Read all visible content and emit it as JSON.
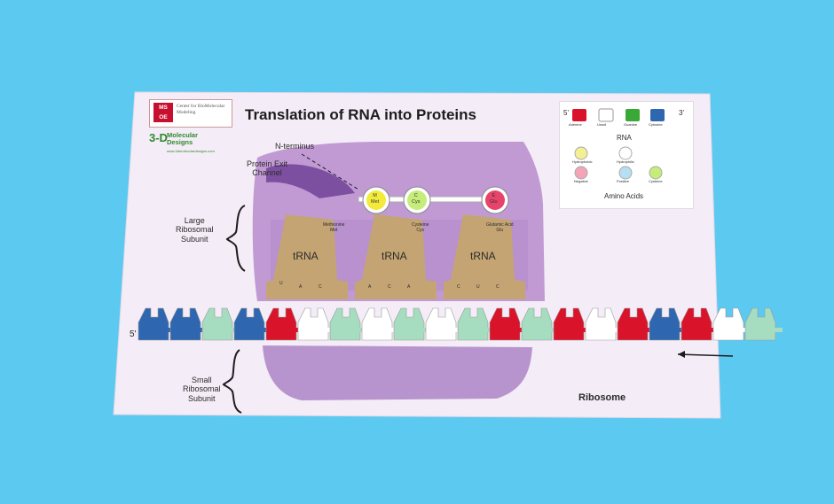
{
  "board": {
    "title": "Translation of RNA into Proteins",
    "logo": {
      "msoe_lines": [
        "MS",
        "OE"
      ],
      "center_text": "Center for BioMolecular Modeling",
      "brand_3d": "3-D",
      "brand_line1": "Molecular",
      "brand_line2": "Designs",
      "brand_url": "www.3dmoleculardesigns.com"
    },
    "labels": {
      "n_terminus": "N-terminus",
      "exit_channel": "Protein Exit\nChannel",
      "large_subunit": "Large\nRibosomal\nSubunit",
      "small_subunit": "Small\nRibosomal\nSubunit",
      "ribosome": "Ribosome",
      "five_prime": "5'"
    },
    "trnas": [
      {
        "label": "tRNA",
        "amino": "Methionine\nMet",
        "letter": "M",
        "abbr": "Met",
        "bases": [
          "U",
          "A",
          "C"
        ],
        "circle_color": "#f4ea3c"
      },
      {
        "label": "tRNA",
        "amino": "Cysteine\nCys",
        "letter": "C",
        "abbr": "Cys",
        "bases": [
          "A",
          "C",
          "A"
        ],
        "circle_color": "#c6ec7a"
      },
      {
        "label": "tRNA",
        "amino": "Glutamic Acid\nGlu",
        "letter": "E",
        "abbr": "Glu",
        "bases": [
          "C",
          "U",
          "C"
        ],
        "circle_color": "#e8436a"
      }
    ],
    "legend": {
      "prime5": "5'",
      "prime3": "3'",
      "rna_title": "RNA",
      "nucleotides": [
        "Adenine",
        "Uracil",
        "Guanine",
        "Cytosine"
      ],
      "amino_title": "Amino Acids",
      "amino_types": [
        "Hydrophobic",
        "Hydrophilic",
        "Negative",
        "Positive",
        "Cysteine"
      ],
      "colors": {
        "adenine": "#d9142a",
        "uracil": "#ffffff",
        "guanine": "#3aa836",
        "cytosine": "#2f66b0"
      }
    },
    "mrna_colors": [
      "#2f66b0",
      "#2f66b0",
      "#a6dcc0",
      "#2f66b0",
      "#d9142a",
      "#ffffff",
      "#a6dcc0",
      "#ffffff",
      "#a6dcc0",
      "#ffffff",
      "#a6dcc0",
      "#d9142a",
      "#a6dcc0",
      "#d9142a",
      "#ffffff",
      "#d9142a",
      "#2f66b0",
      "#d9142a",
      "#ffffff",
      "#a6dcc0"
    ]
  }
}
